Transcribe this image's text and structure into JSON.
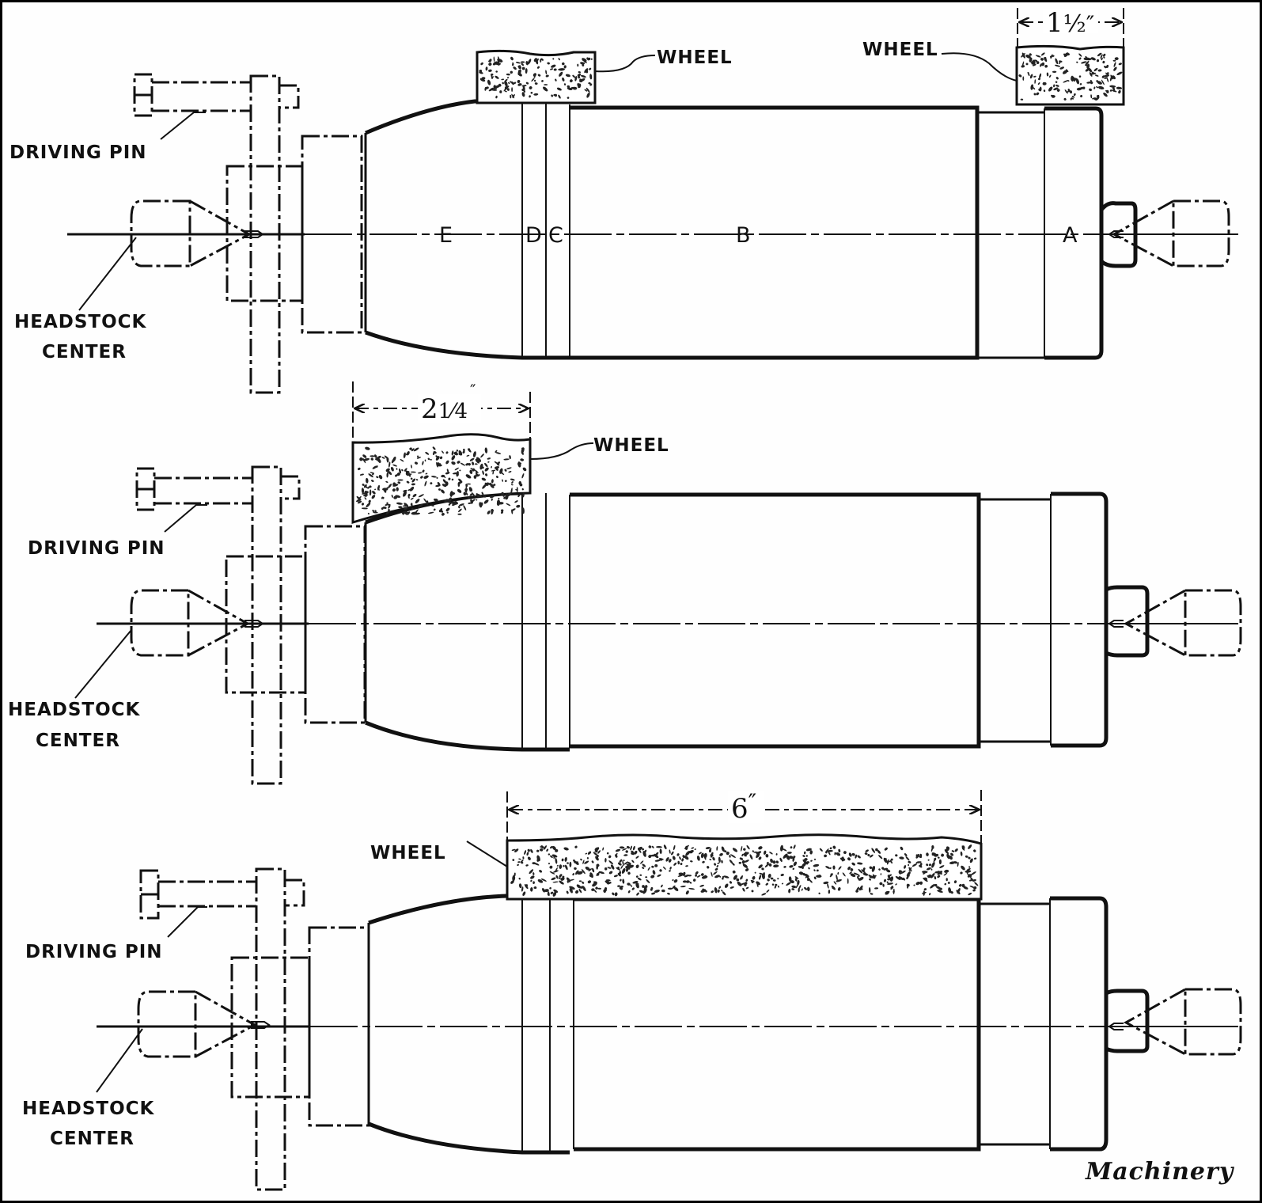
{
  "figure": {
    "credit": "Machinery",
    "views": [
      {
        "id": "view-1",
        "labels": {
          "driving_pin": "DRIVING PIN",
          "headstock_line1": "HEADSTOCK",
          "headstock_line2": "CENTER",
          "wheel_left": "WHEEL",
          "wheel_right": "WHEEL"
        },
        "section_letters": [
          "E",
          "D",
          "C",
          "B",
          "A"
        ],
        "dimension": {
          "whole": "1",
          "fraction": "½",
          "unit": "″"
        }
      },
      {
        "id": "view-2",
        "labels": {
          "driving_pin": "DRIVING PIN",
          "headstock_line1": "HEADSTOCK",
          "headstock_line2": "CENTER",
          "wheel": "WHEEL"
        },
        "dimension": {
          "whole": "2",
          "fraction": "1⁄4",
          "unit": "″"
        }
      },
      {
        "id": "view-3",
        "labels": {
          "driving_pin": "DRIVING PIN",
          "headstock_line1": "HEADSTOCK",
          "headstock_line2": "CENTER",
          "wheel": "WHEEL"
        },
        "dimension": {
          "whole": "6",
          "fraction": "",
          "unit": "″"
        }
      }
    ]
  }
}
